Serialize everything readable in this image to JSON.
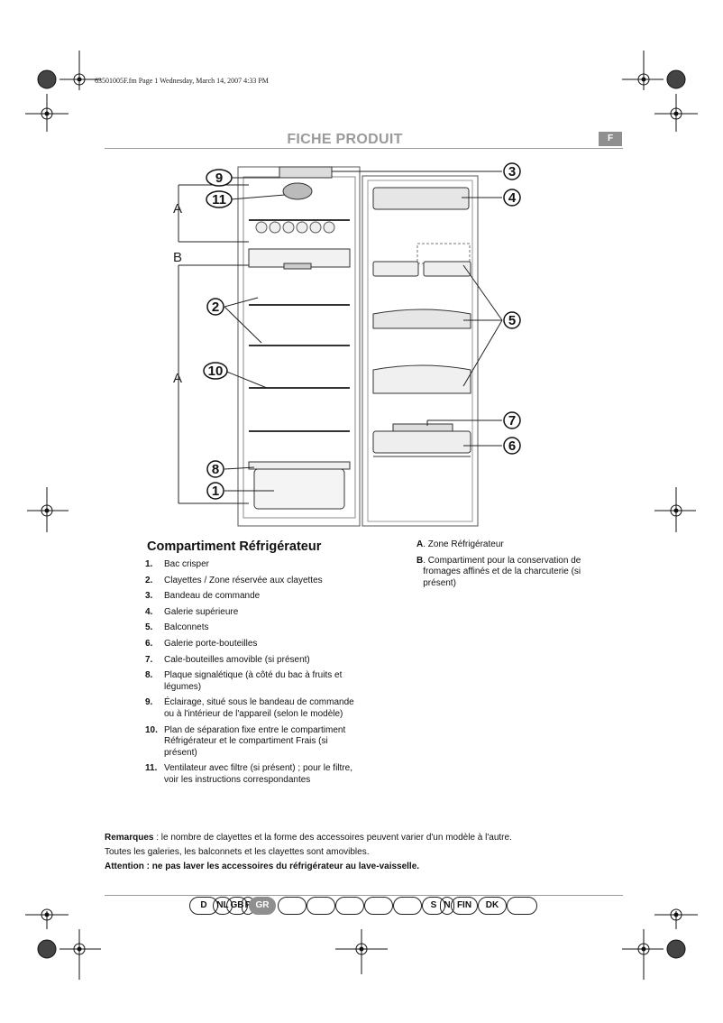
{
  "header": {
    "file_line": "63501005F.fm  Page 1  Wednesday, March 14, 2007  4:33 PM"
  },
  "title": "FICHE PRODUIT",
  "lang_tag": "F",
  "diagram": {
    "callouts": [
      "9",
      "11",
      "3",
      "4",
      "2",
      "5",
      "10",
      "7",
      "6",
      "8",
      "1"
    ],
    "zone_letters": [
      "A",
      "B",
      "A"
    ]
  },
  "section_title": "Compartiment Réfrigérateur",
  "items": [
    {
      "num": "1.",
      "text": "Bac crisper"
    },
    {
      "num": "2.",
      "text": "Clayettes / Zone réservée aux clayettes"
    },
    {
      "num": "3.",
      "text": "Bandeau de commande"
    },
    {
      "num": "4.",
      "text": "Galerie supérieure"
    },
    {
      "num": "5.",
      "text": "Balconnets"
    },
    {
      "num": "6.",
      "text": "Galerie porte-bouteilles"
    },
    {
      "num": "7.",
      "text": "Cale-bouteilles amovible (si présent)"
    },
    {
      "num": "8.",
      "text": "Plaque signalétique (à côté du bac à fruits et légumes)"
    },
    {
      "num": "9.",
      "text": "Éclairage, situé sous le bandeau de commande ou à l'intérieur de l'appareil (selon le modèle)"
    },
    {
      "num": "10.",
      "text": "Plan de séparation fixe entre le compartiment Réfrigérateur et le compartiment Frais (si présent)"
    },
    {
      "num": "11.",
      "text": "Ventilateur avec filtre (si présent) ; pour le filtre, voir les instructions correspondantes"
    }
  ],
  "legend": [
    {
      "key": "A",
      "text": ". Zone Réfrigérateur"
    },
    {
      "key": "B",
      "text": ". Compartiment pour la conservation de fromages affinés et de la charcuterie (si présent)"
    }
  ],
  "remarks": {
    "label": "Remarques",
    "text": " : le nombre de clayettes et la forme des accessoires peuvent varier d'un modèle à l'autre.",
    "line2": "Toutes les galeries, les balconnets et les clayettes sont amovibles.",
    "attention": "Attention : ne pas laver les accessoires du réfrigérateur au lave-vaisselle."
  },
  "languages": [
    "D",
    "NL",
    "GB",
    "P",
    "GR",
    "",
    "",
    "",
    "",
    "",
    "S",
    "N",
    "FIN",
    "DK",
    ""
  ],
  "colors": {
    "rule": "#9a9a9a",
    "tag_bg": "#8f8f8f"
  }
}
